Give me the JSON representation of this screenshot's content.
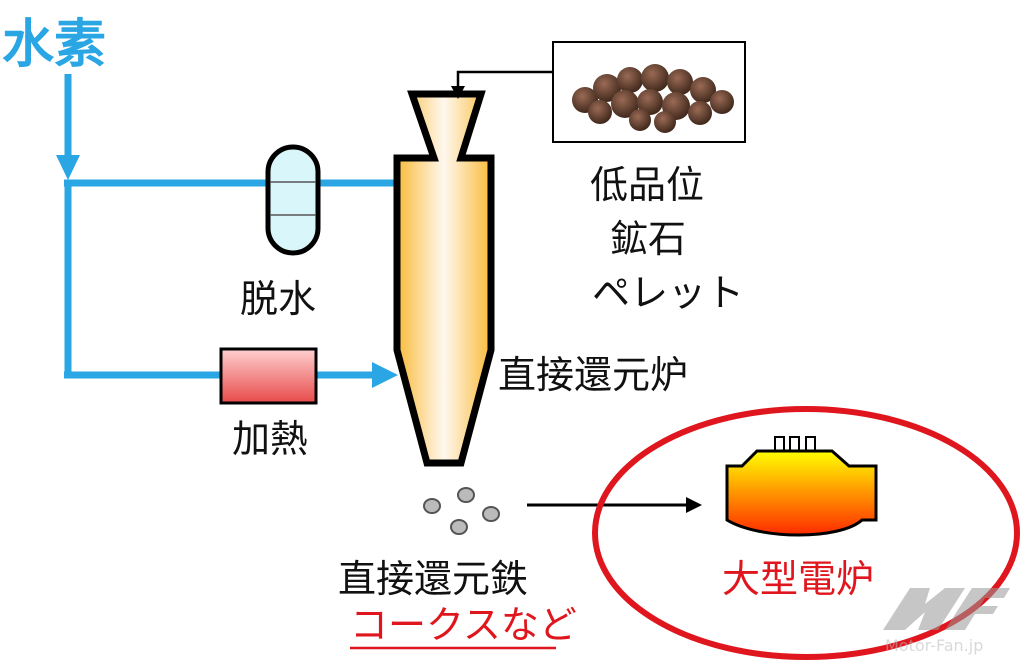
{
  "hydrogen_label": "水素",
  "dehydration_label": "脱水",
  "heating_label": "加熱",
  "ore_label_lines": [
    "低品位",
    "鉱石",
    "ペレット"
  ],
  "shaft_furnace_label": "直接還元炉",
  "dri_label": "直接還元鉄",
  "replaced_label": "コークスなど",
  "eaf_label": "大型電炉",
  "watermark": "Motor-Fan.jp",
  "colors": {
    "hydrogen_line": "#29a6e3",
    "highlight": "#e0161e"
  }
}
